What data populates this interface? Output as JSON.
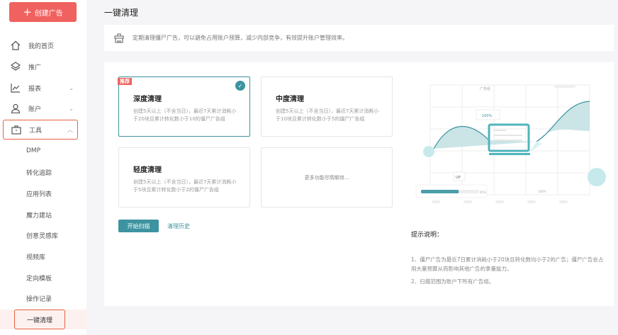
{
  "sidebar": {
    "create_button": "创建广告",
    "menu": [
      {
        "label": "我的首页",
        "icon": "home-icon"
      },
      {
        "label": "推广",
        "icon": "layers-icon"
      },
      {
        "label": "报表",
        "icon": "chart-icon"
      },
      {
        "label": "账户",
        "icon": "user-icon"
      },
      {
        "label": "工具",
        "icon": "toolbox-icon"
      }
    ],
    "tools_sub": [
      "DMP",
      "转化追踪",
      "应用列表",
      "魔力建站",
      "创意灵感库",
      "视频库",
      "定向模板",
      "操作记录",
      "一键清理"
    ]
  },
  "page": {
    "title": "一键清理",
    "info": "定期清理僵尸广告，可以避免占用账户预算，减少内部竞争，有效提升账户管理效率。",
    "cards": [
      {
        "badge": "推荐",
        "title": "深度清理",
        "desc": "创建5天以上（不含当日），最近7天累计消耗小于20块且累计转化数小于10的僵尸广告组",
        "selected": true
      },
      {
        "title": "中度清理",
        "desc": "创建5天以上（不含当日），最近7天累计消耗小于10块且累计转化数小于5的僵尸广告组"
      },
      {
        "title": "轻度清理",
        "desc": "创建5天以上（不含当日），最近7天累计消耗小于5块且累计转化数小于2的僵尸广告组"
      },
      {
        "text": "更多功能尽情期待..."
      }
    ],
    "start_button": "开始扫描",
    "history_link": "清理历史",
    "illustration": {
      "label_top": "广告组",
      "pct_tag": "100%",
      "up_tag": "UP",
      "progress_label": "65%",
      "progress": 0.65,
      "data_label": "DATA"
    },
    "tips_title": "提示说明：",
    "tips": [
      "1、僵尸广告为最近7日累计消耗小于20块且转化数均小于2的广告；僵尸广告会占用大量预算从而影响其他广告的拿量能力。",
      "2、扫描范围为账户下所有广告组。"
    ],
    "accent": "#3d93a0",
    "brand": "#f0625f"
  }
}
